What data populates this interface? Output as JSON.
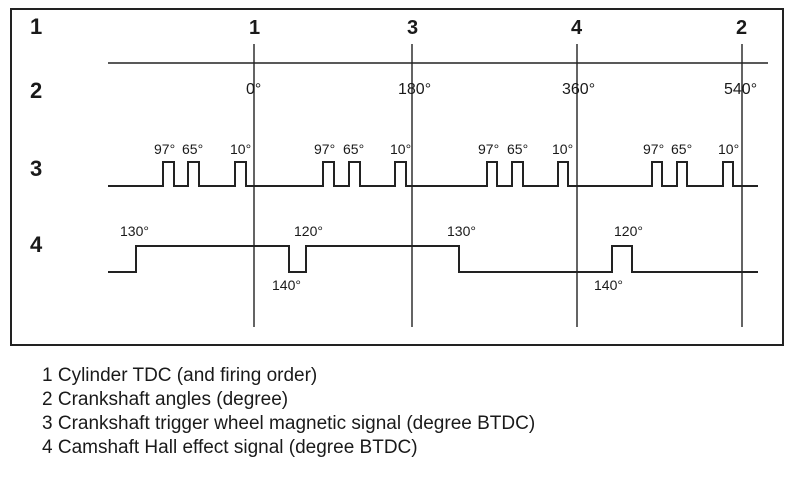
{
  "diagram": {
    "row_numbers": [
      "1",
      "2",
      "3",
      "4"
    ],
    "cylinders": [
      "1",
      "3",
      "4",
      "2"
    ],
    "crank_angles": [
      "0°",
      "180°",
      "360°",
      "540°"
    ],
    "crank_signal_labels": {
      "p97": "97°",
      "p65": "65°",
      "p10": "10°"
    },
    "cam_signal_labels": {
      "rise1": "130°",
      "dip1_low": "140°",
      "dip1_high": "120°",
      "fall": "130°",
      "dip2_low": "140°",
      "dip2_high": "120°"
    }
  },
  "legend": [
    "1 Cylinder TDC (and firing order)",
    "2 Crankshaft angles (degree)",
    "3 Crankshaft trigger wheel magnetic signal (degree BTDC)",
    "4 Camshaft Hall effect signal (degree BTDC)"
  ]
}
